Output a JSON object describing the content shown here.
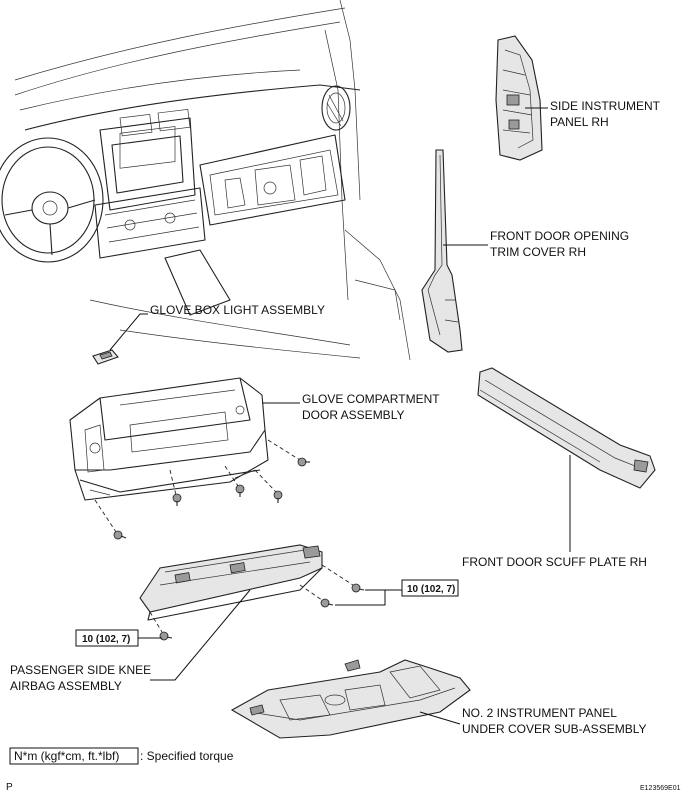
{
  "labels": {
    "side_panel_1": "SIDE INSTRUMENT",
    "side_panel_2": "PANEL RH",
    "door_trim_1": "FRONT DOOR OPENING",
    "door_trim_2": "TRIM COVER RH",
    "glove_light": "GLOVE BOX LIGHT ASSEMBLY",
    "glove_door_1": "GLOVE COMPARTMENT",
    "glove_door_2": "DOOR ASSEMBLY",
    "scuff_plate": "FRONT DOOR SCUFF PLATE RH",
    "knee_airbag_1": "PASSENGER SIDE KNEE",
    "knee_airbag_2": "AIRBAG ASSEMBLY",
    "under_cover_1": "NO. 2 INSTRUMENT PANEL",
    "under_cover_2": "UNDER COVER SUB-ASSEMBLY"
  },
  "torque": {
    "right": "10 (102, 7)",
    "left": "10 (102, 7)"
  },
  "legend": {
    "unit": "N*m (kgf*cm, ft.*lbf)",
    "text": ": Specified torque"
  },
  "footer": {
    "left": "P",
    "right": "E123569E01"
  }
}
